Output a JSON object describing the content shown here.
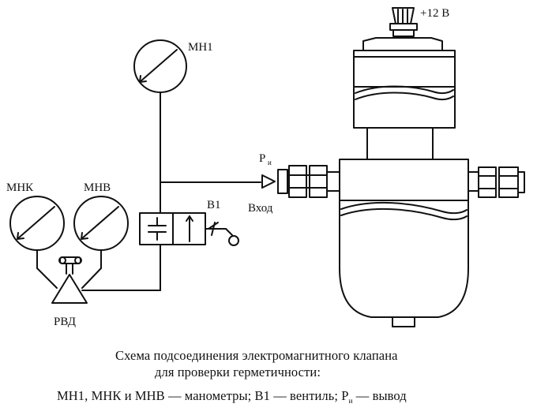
{
  "labels": {
    "mn1": "МН1",
    "mnk": "МНК",
    "mnv": "МНВ",
    "rvd": "РВД",
    "v1": "В1",
    "p_symbol": "Р",
    "p_sub": "и",
    "vhod": "Вход",
    "power": "+12 В"
  },
  "caption": {
    "line1": "Схема подсоединения электромагнитного клапана",
    "line2": "для проверки герметичности:",
    "line3_a": "МН1, МНК и МНВ — манометры; В1 — вентиль; Р",
    "line3_sub": "и",
    "line3_b": " — вывод"
  }
}
